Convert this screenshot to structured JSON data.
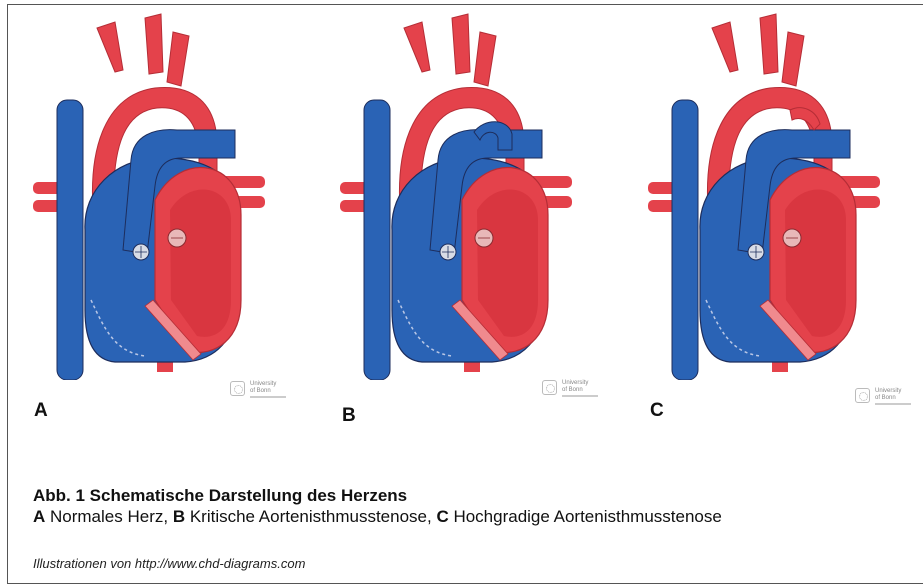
{
  "panels": [
    {
      "letter": "A",
      "logo_line1": "University",
      "logo_line2": "of Bonn",
      "variant": "normal"
    },
    {
      "letter": "B",
      "logo_line1": "University",
      "logo_line2": "of Bonn",
      "variant": "critical"
    },
    {
      "letter": "C",
      "logo_line1": "University",
      "logo_line2": "of Bonn",
      "variant": "high-grade"
    }
  ],
  "caption": {
    "title": "Abb. 1 Schematische Darstellung des Herzens",
    "items": [
      {
        "key": "A",
        "text": " Normales Herz, "
      },
      {
        "key": "B",
        "text": " Kritische Aortenisthmusstenose, "
      },
      {
        "key": "C",
        "text": " Hochgradige Aortenisthmusstenose"
      }
    ]
  },
  "credit": "Illustrationen von http://www.chd-diagrams.com",
  "colors": {
    "arterial": "#e4424b",
    "arterial_light": "#f08a8e",
    "venous": "#2a63b5",
    "venous_dark": "#1f4f97",
    "outline": "#1d2d5c"
  }
}
